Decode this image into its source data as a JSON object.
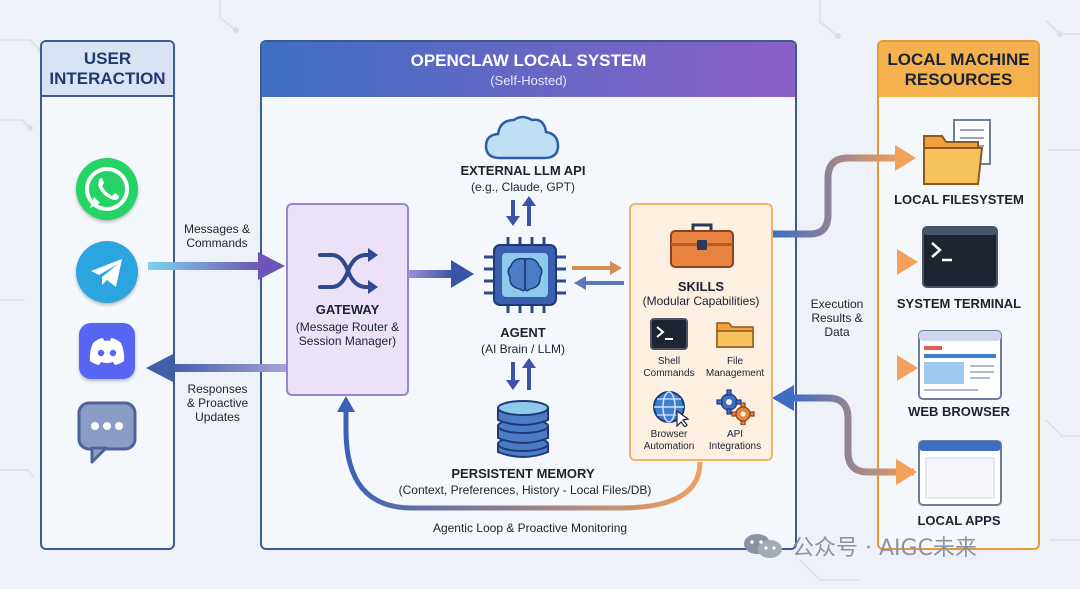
{
  "user_panel": {
    "title": "USER\nINTERACTION"
  },
  "system_panel": {
    "title": "OPENCLAW LOCAL SYSTEM",
    "subtitle": "(Self-Hosted)"
  },
  "resources_panel": {
    "title": "LOCAL MACHINE\nRESOURCES"
  },
  "apps": [
    "whatsapp-icon",
    "telegram-icon",
    "discord-icon",
    "chat-bubble-icon"
  ],
  "flows": {
    "in_label": "Messages &\nCommands",
    "out_label": "Responses\n& Proactive\nUpdates",
    "loop_label": "Agentic Loop & Proactive Monitoring",
    "exec_label": "Execution\nResults &\nData"
  },
  "gateway": {
    "title": "GATEWAY",
    "desc": "(Message Router &\nSession Manager)"
  },
  "llm": {
    "title": "EXTERNAL LLM API",
    "desc": "(e.g., Claude, GPT)"
  },
  "agent": {
    "title": "AGENT",
    "desc": "(AI Brain / LLM)"
  },
  "memory": {
    "title": "PERSISTENT MEMORY",
    "desc": "(Context, Preferences, History - Local Files/DB)"
  },
  "skills": {
    "title": "SKILLS",
    "desc": "(Modular Capabilities)",
    "items": [
      {
        "label": "Shell\nCommands",
        "icon": "terminal-icon"
      },
      {
        "label": "File\nManagement",
        "icon": "folder-icon"
      },
      {
        "label": "Browser\nAutomation",
        "icon": "globe-icon"
      },
      {
        "label": "API\nIntegrations",
        "icon": "gears-icon"
      }
    ]
  },
  "resources": [
    {
      "label": "LOCAL FILESYSTEM",
      "icon": "folder-icon"
    },
    {
      "label": "SYSTEM TERMINAL",
      "icon": "terminal-icon"
    },
    {
      "label": "WEB BROWSER",
      "icon": "browser-icon"
    },
    {
      "label": "LOCAL APPS",
      "icon": "app-window-icon"
    }
  ],
  "watermark": "公众号 · AIGC未来",
  "colors": {
    "user_head": "#d8e4f4",
    "system_head_from": "#3f6fc2",
    "system_head_to": "#8b5fc6",
    "resources_head": "#f6b14f",
    "gateway_fill": "#ebe2f7",
    "skills_fill": "#fdf0e0",
    "whatsapp": "#25d366",
    "telegram": "#2aa5df",
    "discord": "#5865f2"
  }
}
